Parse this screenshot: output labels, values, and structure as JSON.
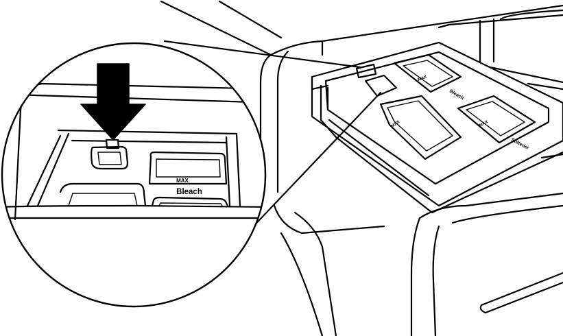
{
  "labels": {
    "bleach": "Bleach",
    "softener": "Softener",
    "max": "MAX"
  },
  "colors": {
    "line": "#000000",
    "background": "#ffffff"
  },
  "icons": {
    "arrow": "arrow-down-icon"
  }
}
